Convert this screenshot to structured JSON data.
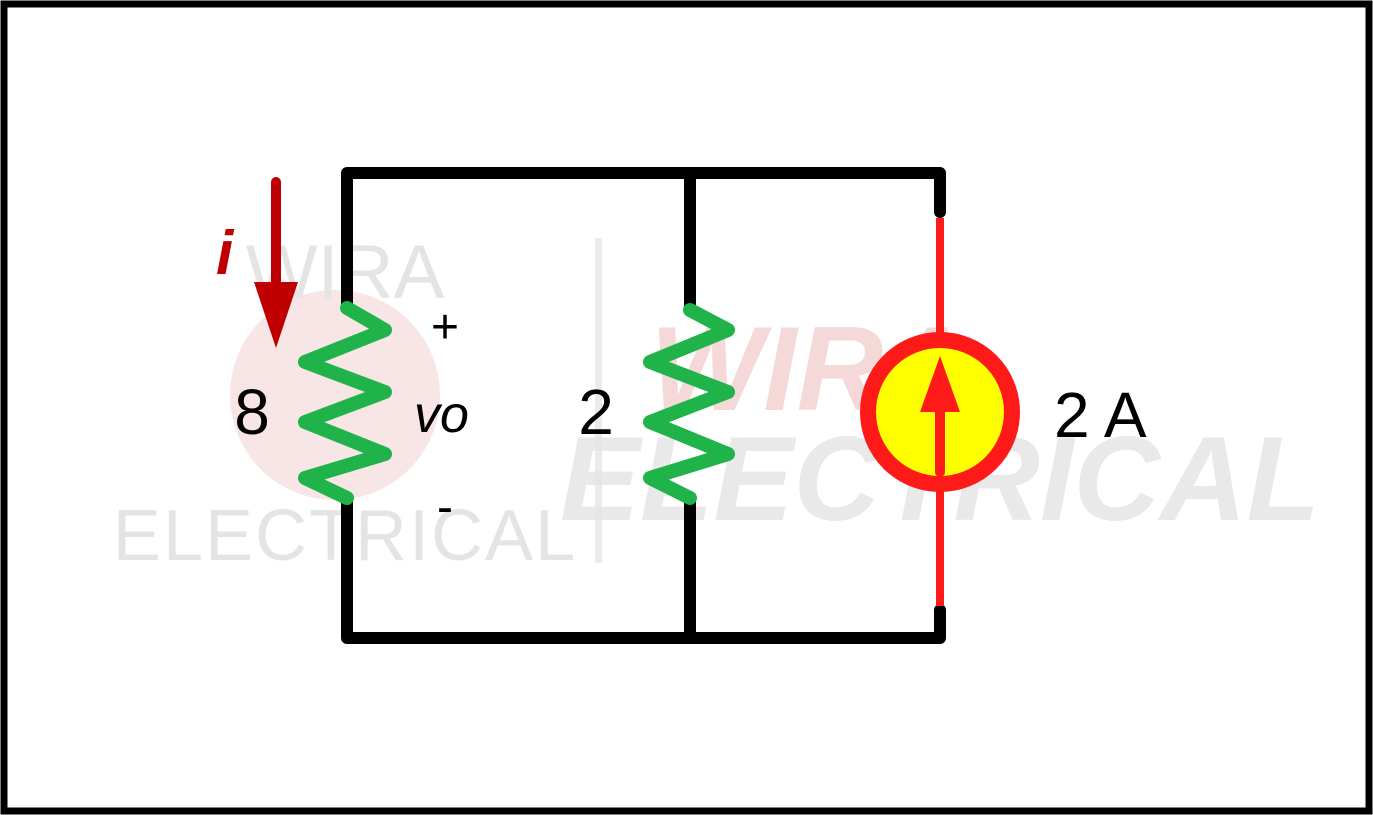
{
  "colors": {
    "wire": "#000000",
    "resistor": "#1fb34a",
    "source_ring": "#ff1a1a",
    "source_fill": "#ffff00",
    "current_arrow": "#c00000",
    "watermark": "#e4e4e4",
    "watermark_red": "#f2c9c9",
    "frame": "#000000"
  },
  "watermark": {
    "left_top": "WIRA",
    "left_bottom": "ELECTRICAL",
    "right_top": "WIRA",
    "right_bottom": "ELECTRICAL"
  },
  "labels": {
    "current": "i",
    "plus": "+",
    "voltage": "vo",
    "minus": "-",
    "r1_value": "8",
    "r2_value": "2",
    "source_value": "2 A"
  },
  "icons": {
    "current_arrow": "down-arrow-icon",
    "source_arrow": "up-arrow-icon",
    "logo": "wira-electrical-logo-icon"
  }
}
